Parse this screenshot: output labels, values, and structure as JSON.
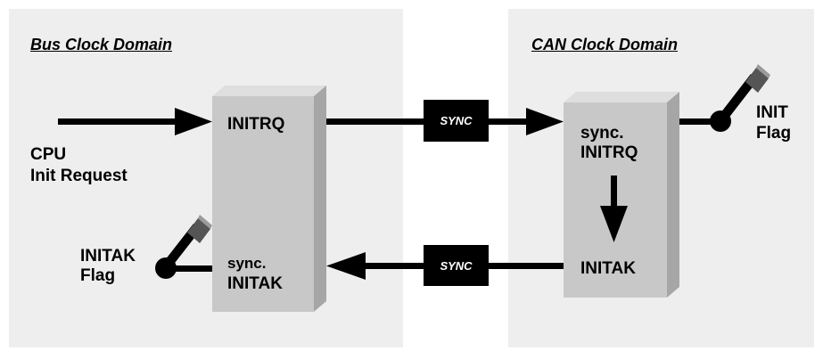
{
  "colors": {
    "panel": "#eeeeee",
    "block_front": "#c8c8c8",
    "block_side": "#a6a6a6",
    "block_top": "#dedede",
    "wire": "#000000",
    "sync_box": "#000000"
  },
  "domains": {
    "bus": {
      "title": "Bus Clock Domain"
    },
    "can": {
      "title": "CAN Clock Domain"
    }
  },
  "bus_block": {
    "top_label": "INITRQ",
    "bottom_label_1": "sync.",
    "bottom_label_2": "INITAK"
  },
  "can_block": {
    "top_label_1": "sync.",
    "top_label_2": "INITRQ",
    "bottom_label": "INITAK"
  },
  "sync_boxes": {
    "upper": "SYNC",
    "lower": "SYNC"
  },
  "cpu_request": {
    "line1": "CPU",
    "line2": "Init Request"
  },
  "init_flag": {
    "line1": "INIT",
    "line2": "Flag"
  },
  "initak_flag": {
    "line1": "INITAK",
    "line2": "Flag"
  }
}
